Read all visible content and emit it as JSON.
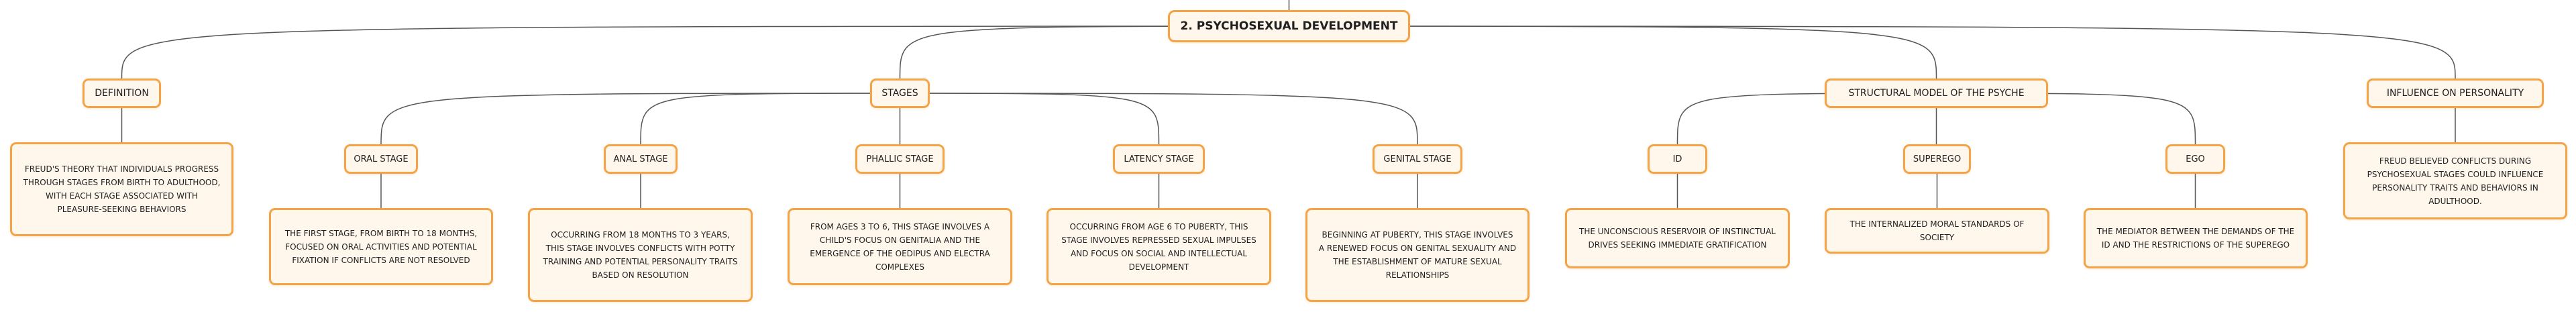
{
  "diagram": {
    "root": {
      "label": "2. PSYCHOSEXUAL DEVELOPMENT"
    },
    "branches": {
      "definition": {
        "label": "DEFINITION",
        "description": "FREUD'S THEORY THAT INDIVIDUALS PROGRESS THROUGH STAGES FROM BIRTH TO ADULTHOOD, WITH EACH STAGE ASSOCIATED WITH PLEASURE-SEEKING BEHAVIORS"
      },
      "stages": {
        "label": "STAGES",
        "oral": {
          "label": "ORAL STAGE",
          "description": "THE FIRST STAGE, FROM BIRTH TO 18 MONTHS, FOCUSED ON ORAL ACTIVITIES AND POTENTIAL FIXATION IF CONFLICTS ARE NOT RESOLVED"
        },
        "anal": {
          "label": "ANAL STAGE",
          "description": "OCCURRING FROM 18 MONTHS TO 3 YEARS, THIS STAGE INVOLVES CONFLICTS WITH POTTY TRAINING AND POTENTIAL PERSONALITY TRAITS BASED ON RESOLUTION"
        },
        "phallic": {
          "label": "PHALLIC STAGE",
          "description": "FROM AGES 3 TO 6, THIS STAGE INVOLVES A CHILD'S FOCUS ON GENITALIA AND THE EMERGENCE OF THE OEDIPUS AND ELECTRA COMPLEXES"
        },
        "latency": {
          "label": "LATENCY STAGE",
          "description": "OCCURRING FROM AGE 6 TO PUBERTY, THIS STAGE INVOLVES REPRESSED SEXUAL IMPULSES AND FOCUS ON SOCIAL AND INTELLECTUAL DEVELOPMENT"
        },
        "genital": {
          "label": "GENITAL STAGE",
          "description": "BEGINNING AT PUBERTY, THIS STAGE INVOLVES A RENEWED FOCUS ON GENITAL SEXUALITY AND THE ESTABLISHMENT OF MATURE SEXUAL RELATIONSHIPS"
        }
      },
      "structural": {
        "label": "STRUCTURAL MODEL OF THE PSYCHE",
        "id": {
          "label": "ID",
          "description": "THE UNCONSCIOUS RESERVOIR OF INSTINCTUAL DRIVES SEEKING IMMEDIATE GRATIFICATION"
        },
        "superego": {
          "label": "SUPEREGO",
          "description": "THE INTERNALIZED MORAL STANDARDS OF SOCIETY"
        },
        "ego": {
          "label": "EGO",
          "description": "THE MEDIATOR BETWEEN THE DEMANDS OF THE ID AND THE RESTRICTIONS OF THE SUPEREGO"
        }
      },
      "influence": {
        "label": "INFLUENCE ON PERSONALITY",
        "description": "FREUD BELIEVED CONFLICTS DURING PSYCHOSEXUAL STAGES COULD INFLUENCE PERSONALITY TRAITS AND BEHAVIORS IN ADULTHOOD."
      }
    },
    "colors": {
      "border": "#f5a347",
      "fill": "#fff6ec",
      "connector": "#555555",
      "text": "#1f1f1f"
    }
  }
}
